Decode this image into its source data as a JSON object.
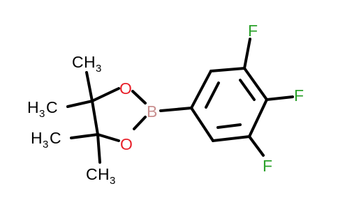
{
  "colors": {
    "bond": "#000000",
    "oxygen": "#e8202a",
    "boron": "#c98f8f",
    "fluorine": "#2aa12a",
    "carbon": "#000000"
  },
  "atoms": {
    "oxygen_top": "O",
    "oxygen_bottom": "O",
    "boron": "B",
    "fluorine_top": "F",
    "fluorine_right": "F",
    "fluorine_bottom": "F"
  },
  "methyls": [
    {
      "h": "H",
      "sub": "3",
      "c": "C"
    },
    {
      "h": "H",
      "sub": "3",
      "c": "C"
    },
    {
      "c": "C",
      "h": "H",
      "sub": "3"
    },
    {
      "c": "C",
      "h": "H",
      "sub": "3"
    }
  ]
}
